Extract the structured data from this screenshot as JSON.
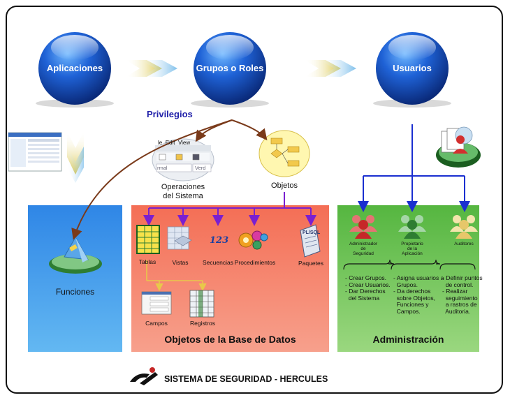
{
  "spheres": {
    "aplicaciones": "Aplicaciones",
    "grupos_roles": "Grupos o Roles",
    "usuarios": "Usuarios"
  },
  "privilegios": "Privilegios",
  "operaciones": [
    "Operaciones",
    "del Sistema"
  ],
  "operaciones_menu": [
    "le",
    "Edit",
    "View",
    "rmal",
    "Verd"
  ],
  "objetos": "Objetos",
  "funciones": "Funciones",
  "db_box": {
    "title": "Objetos de la Base de Datos",
    "items": {
      "tablas": "Tablas",
      "vistas": "Vistas",
      "secuencias": "Secuencias",
      "procedimientos": "Procedimientos",
      "paquetes": "Paquetes",
      "campos": "Campos",
      "registros": "Registros",
      "secuencias_icon_text": "123",
      "paquetes_icon_text": "PL/SQL"
    }
  },
  "admin_box": {
    "title": "Administración",
    "roles": {
      "admin": [
        "Administrador",
        "de",
        "Seguridad"
      ],
      "owner": [
        "Propietario",
        "de la",
        "Aplicación"
      ],
      "auditors": [
        "Auditores"
      ]
    },
    "col1": [
      "- Crear Grupos.",
      "- Crear Usuarios.",
      "- Dar Derechos",
      "  del Sistema"
    ],
    "col2": [
      "- Asigna usuarios a",
      "  Grupos.",
      "- Da derechos",
      "  sobre Objetos,",
      "  Funciones y",
      "  Campos."
    ],
    "col3": [
      "- Definir puntos",
      "  de control.",
      "- Realizar",
      "  seguimiento",
      "  a rastros de",
      "  Auditoria."
    ]
  },
  "footer": "SISTEMA DE SEGURIDAD - HERCULES",
  "colors": {
    "sphere": "#1f5fd0",
    "blue_box": "#3a8fe0",
    "red_box": "#f26a50",
    "green_box": "#59b847",
    "privilegios": "#2222aa",
    "brown_arrow": "#7a3a1a",
    "purple_arrow": "#7a1fd0",
    "blue_arrow": "#1a2fd0"
  }
}
